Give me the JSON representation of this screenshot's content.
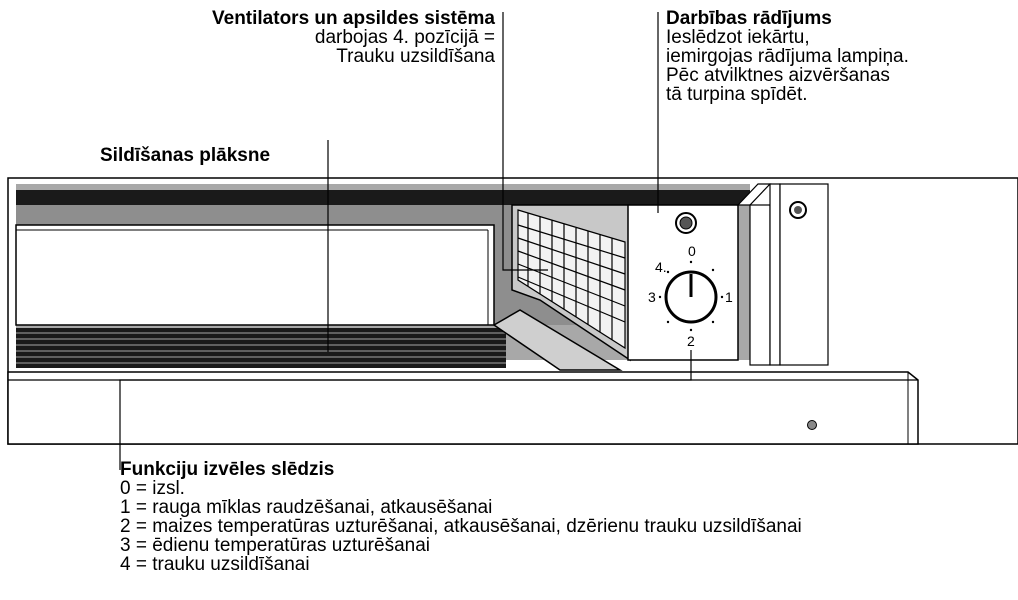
{
  "callouts": {
    "fan": {
      "title": "Ventilators un apsildes sistēma",
      "lines": [
        "darbojas 4. pozīcijā =",
        "Trauku uzsildīšana"
      ]
    },
    "status": {
      "title": "Darbības rādījums",
      "lines": [
        "Ieslēdzot iekārtu,",
        "iemirgojas rādījuma lampiņa.",
        "Pēc atvilktnes aizvēršanas",
        "tā turpina spīdēt."
      ]
    },
    "plate": {
      "title": "Sildīšanas plāksne"
    },
    "selector": {
      "title": "Funkciju izvēles slēdzis",
      "lines": [
        "0 = izsl.",
        "1 = rauga mīklas raudzēšanai, atkausēšanai",
        "2 = maizes temperatūras uzturēšanai, atkausēšanai, dzērienu trauku uzsildīšanai",
        "3 = ēdienu temperatūras uzturēšanai",
        "4 = trauku uzsildīšanai"
      ]
    }
  },
  "dial": {
    "positions": [
      "0",
      "1",
      "2",
      "3",
      "4."
    ],
    "pointer_position": "0"
  }
}
